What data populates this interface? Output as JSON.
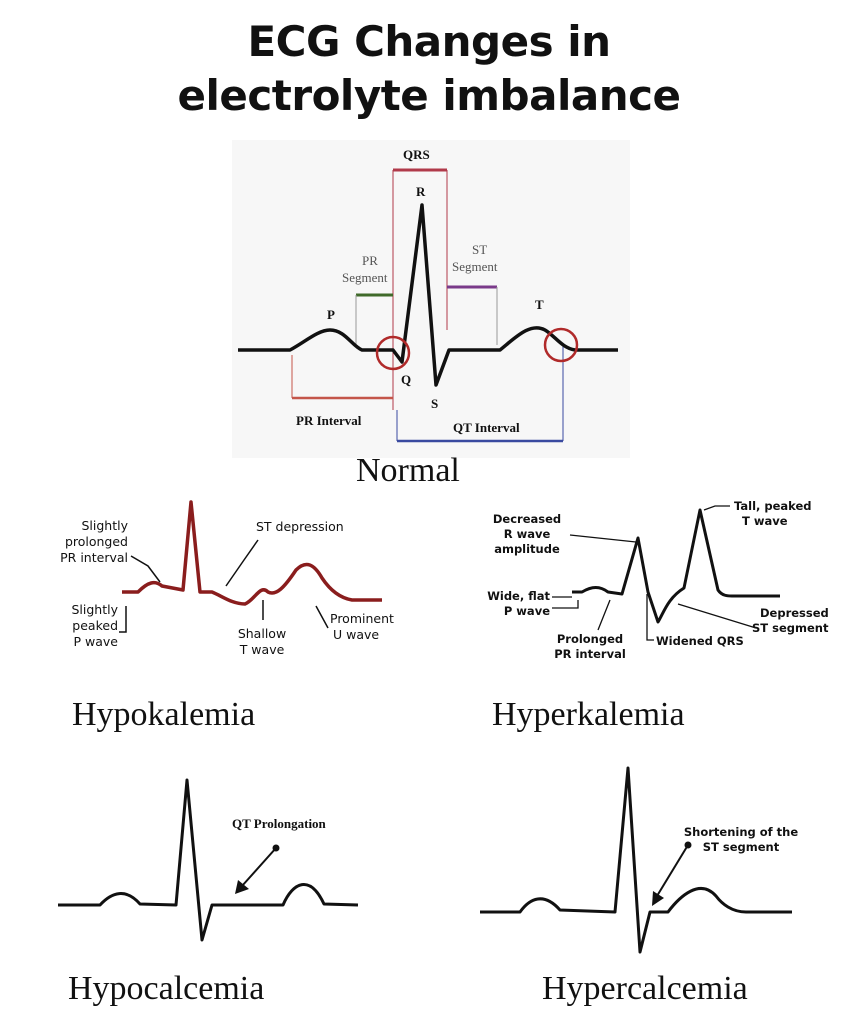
{
  "title": {
    "line1": "ECG Changes in",
    "line2": "electrolyte imbalance"
  },
  "normal": {
    "caption": "Normal",
    "waves": {
      "p": "P",
      "q": "Q",
      "r": "R",
      "s": "S",
      "t": "T"
    },
    "labels": {
      "qrs": "QRS",
      "pr_segment_1": "PR",
      "pr_segment_2": "Segment",
      "st_segment_1": "ST",
      "st_segment_2": "Segment",
      "pr_interval": "PR Interval",
      "qt_interval": "QT Interval"
    },
    "colors": {
      "qrs": "#b03a4a",
      "pr_segment": "#3f6a2a",
      "st_segment": "#7a3a8a",
      "pr_interval": "#c4564a",
      "qt_interval": "#3a4aa0",
      "circle": "#b02a2a"
    }
  },
  "hypokalemia": {
    "caption": "Hypokalemia",
    "labels": {
      "prolonged_pr_1": "Slightly",
      "prolonged_pr_2": "prolonged",
      "prolonged_pr_3": "PR interval",
      "peaked_p_1": "Slightly",
      "peaked_p_2": "peaked",
      "peaked_p_3": "P wave",
      "st_depression": "ST depression",
      "shallow_t_1": "Shallow",
      "shallow_t_2": "T wave",
      "u_wave_1": "Prominent",
      "u_wave_2": "U wave"
    },
    "color": "#8a1d1d"
  },
  "hyperkalemia": {
    "caption": "Hyperkalemia",
    "labels": {
      "r_wave_1": "Decreased",
      "r_wave_2": "R wave",
      "r_wave_3": "amplitude",
      "t_wave_1": "Tall, peaked",
      "t_wave_2": "T wave",
      "p_wave_1": "Wide, flat",
      "p_wave_2": "P wave",
      "pr_1": "Prolonged",
      "pr_2": "PR interval",
      "qrs": "Widened QRS",
      "st_1": "Depressed",
      "st_2": "ST segment"
    }
  },
  "hypocalcemia": {
    "caption": "Hypocalcemia",
    "annotation": "QT Prolongation"
  },
  "hypercalcemia": {
    "caption": "Hypercalcemia",
    "annotation_1": "Shortening of the",
    "annotation_2": "ST segment"
  }
}
